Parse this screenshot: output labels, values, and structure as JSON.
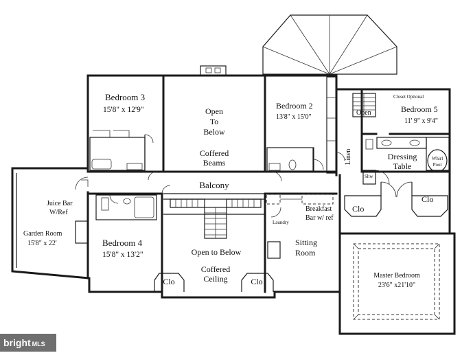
{
  "rooms": {
    "bedroom3": {
      "name": "Bedroom 3",
      "dims": "15'8\" x 12'9\""
    },
    "open_to_below_top": {
      "line1": "Open",
      "line2": "To",
      "line3": "Below"
    },
    "coffered_beams": {
      "line1": "Coffered",
      "line2": "Beams"
    },
    "bedroom2": {
      "name": "Bedroom 2",
      "dims": "13'8\" x 15'0\""
    },
    "closet_optional": "Closet Optional",
    "open_small": "Open",
    "bedroom5": {
      "name": "Bedroom 5",
      "dims": "11' 9\" x 9'4\""
    },
    "linen": "Linen",
    "dressing_table": {
      "line1": "Dressing",
      "line2": "Table"
    },
    "whirlpool": {
      "line1": "Whirl",
      "line2": "Pool"
    },
    "shower": "Shw",
    "balcony": "Balcony",
    "juice_bar": {
      "line1": "Juice Bar",
      "line2": "W/Ref"
    },
    "garden_room": {
      "name": "Garden Room",
      "dims": "15'8\" x 22'"
    },
    "breakfast_bar": {
      "line1": "Breakfast",
      "line2": "Bar  w/ ref"
    },
    "laundry": "Laundry",
    "clo_left": "Clo",
    "clo_right": "Clo",
    "bedroom4": {
      "name": "Bedroom 4",
      "dims": "15'8\" x 13'2\""
    },
    "open_to_below_mid": "Open to Below",
    "coffered_ceiling": {
      "line1": "Coffered",
      "line2": "Ceiling"
    },
    "sitting_room": {
      "line1": "Sitting",
      "line2": "Room"
    },
    "clo_b4": "Clo",
    "clo_cc": "Clo",
    "master_bedroom": {
      "name": "Master Bedroom",
      "dims": "23'6\" x21'10\""
    }
  },
  "watermark": {
    "brand": "bright",
    "suffix": "MLS"
  }
}
